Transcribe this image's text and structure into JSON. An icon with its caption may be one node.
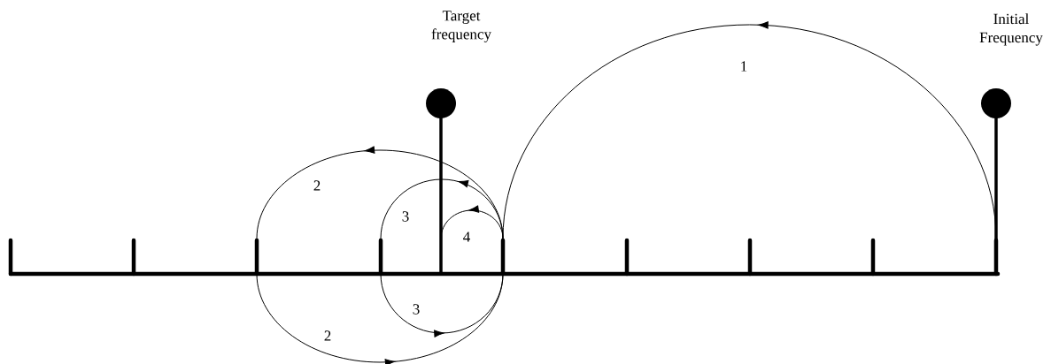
{
  "diagram": {
    "nodes": [
      {
        "text": [
          "Target frequency"
        ]
      },
      {
        "text": [
          "Initial Frequency"
        ]
      }
    ],
    "labels": [
      "1",
      "2",
      "3",
      "4",
      "3",
      "2"
    ]
  }
}
